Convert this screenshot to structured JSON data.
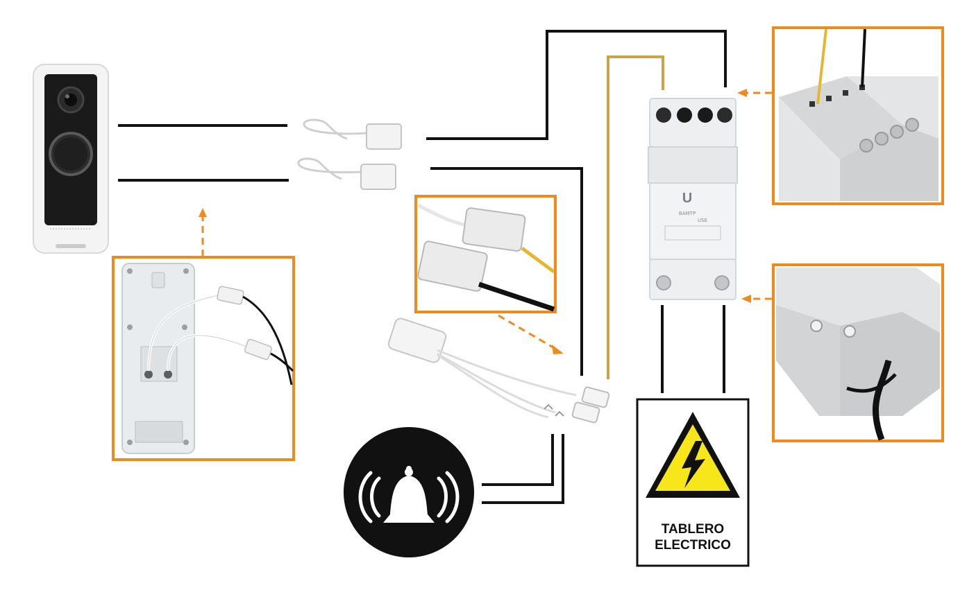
{
  "sign": {
    "line1": "TABLERO",
    "line2": "ELECTRICO"
  },
  "transformer": {
    "logo": "U",
    "model": "BAMTP",
    "sub": "USE"
  },
  "colors": {
    "accent_orange": "#f08a1c",
    "wire_black": "#111111",
    "wire_gold": "#c9a24a",
    "warning_yellow": "#f6e61a"
  },
  "icons": [
    "doorbell-camera-icon",
    "bell-icon",
    "electric-hazard-icon",
    "transformer-icon"
  ]
}
